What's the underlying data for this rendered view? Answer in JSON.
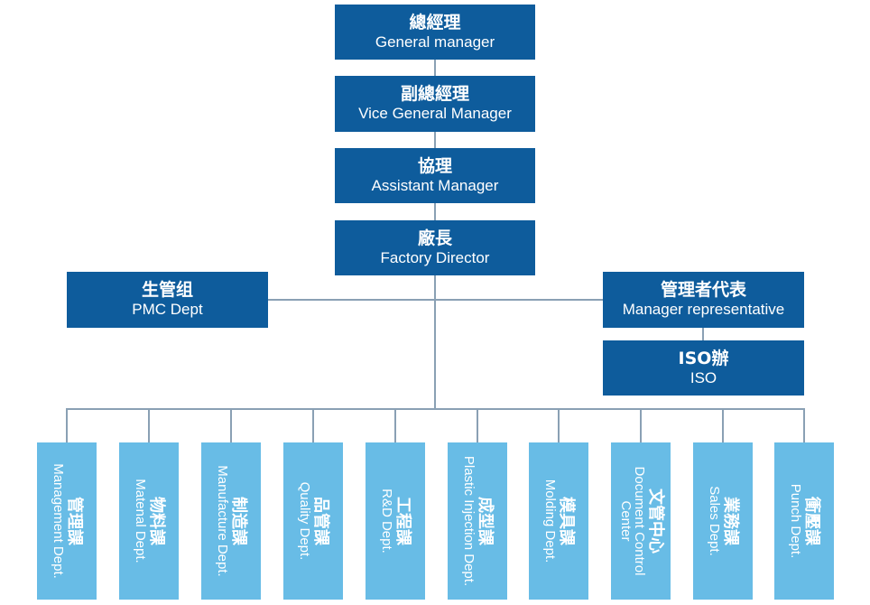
{
  "colors": {
    "primary_box": "#0e5c9c",
    "dept_box": "#68bce6",
    "connector": "#8aa0b4"
  },
  "chain": [
    {
      "zh": "總經理",
      "en": "General manager"
    },
    {
      "zh": "副總經理",
      "en": "Vice General Manager"
    },
    {
      "zh": "協理",
      "en": "Assistant Manager"
    },
    {
      "zh": "廠長",
      "en": "Factory Director"
    }
  ],
  "pmc": {
    "zh": "生管组",
    "en": "PMC Dept"
  },
  "mgr_rep": {
    "zh": "管理者代表",
    "en": "Manager representative"
  },
  "iso": {
    "zh": "ISO辦",
    "en": "ISO"
  },
  "departments": [
    {
      "zh": "管理課",
      "en": "Management Dept."
    },
    {
      "zh": "物料課",
      "en": "Matenal Dept."
    },
    {
      "zh": "制造課",
      "en": "Manufacture Dept."
    },
    {
      "zh": "品管課",
      "en": "Quality Dept."
    },
    {
      "zh": "工程課",
      "en": "R&D Dept."
    },
    {
      "zh": "成型課",
      "en": "Plastic Injection Dept."
    },
    {
      "zh": "模具課",
      "en": "Molding Dept."
    },
    {
      "zh": "文管中心",
      "en": "Document Control Center"
    },
    {
      "zh": "業務課",
      "en": "Sales Dept."
    },
    {
      "zh": "衝壓課",
      "en": "Punch Dept."
    }
  ]
}
